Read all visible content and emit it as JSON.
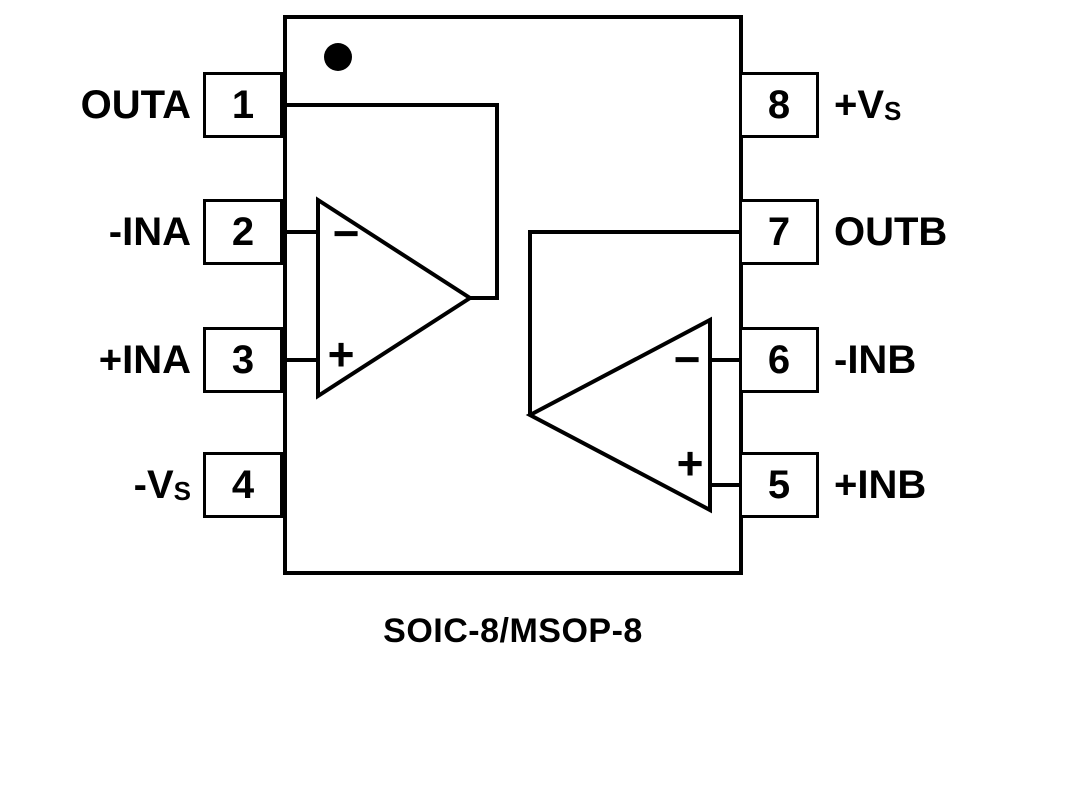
{
  "caption": "SOIC-8/MSOP-8",
  "colors": {
    "line": "#000000",
    "background": "#ffffff"
  },
  "opamps": {
    "a": {
      "minus": "−",
      "plus": "+"
    },
    "b": {
      "minus": "−",
      "plus": "+"
    }
  },
  "pins": {
    "left": [
      {
        "number": "1",
        "label": "OUTA",
        "sub": ""
      },
      {
        "number": "2",
        "label": "-INA",
        "sub": ""
      },
      {
        "number": "3",
        "label": "+INA",
        "sub": ""
      },
      {
        "number": "4",
        "label": "-V",
        "sub": "S"
      }
    ],
    "right": [
      {
        "number": "8",
        "label": "+V",
        "sub": "S"
      },
      {
        "number": "7",
        "label": "OUTB",
        "sub": ""
      },
      {
        "number": "6",
        "label": "-INB",
        "sub": ""
      },
      {
        "number": "5",
        "label": "+INB",
        "sub": ""
      }
    ]
  }
}
